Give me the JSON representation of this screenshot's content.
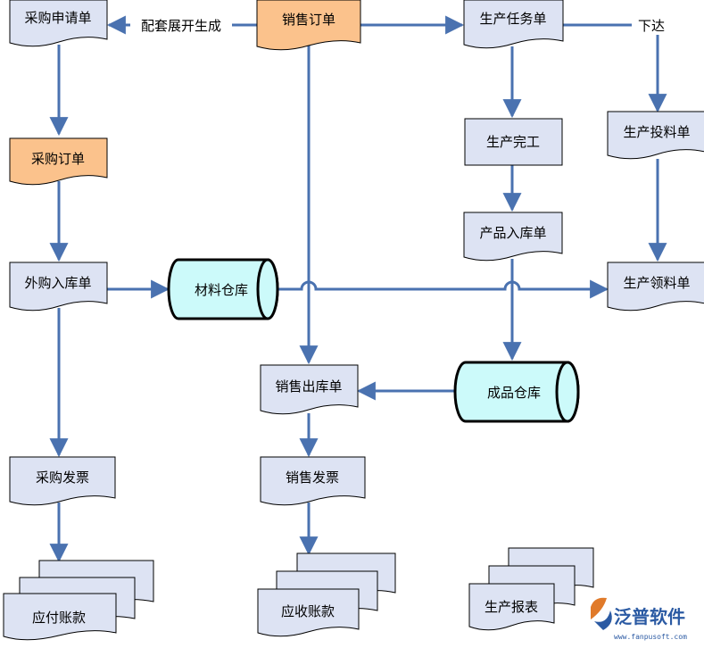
{
  "diagram": {
    "nodes": {
      "purchase_request": "采购申请单",
      "sales_order": "销售订单",
      "production_task": "生产任务单",
      "purchase_order": "采购订单",
      "production_complete": "生产完工",
      "production_feed": "生产投料单",
      "product_inbound": "产品入库单",
      "external_inbound": "外购入库单",
      "material_warehouse": "材料仓库",
      "production_pick": "生产领料单",
      "sales_outbound": "销售出库单",
      "finished_warehouse": "成品仓库",
      "purchase_invoice": "采购发票",
      "sales_invoice": "销售发票",
      "accounts_payable": "应付账款",
      "accounts_receivable": "应收账款",
      "production_report": "生产报表"
    },
    "edge_labels": {
      "bundle_expand": "配套展开生成",
      "issue": "下达"
    }
  },
  "logo": {
    "name": "泛普软件",
    "url": "www.fanpusoft.com"
  },
  "colors": {
    "doc_fill": "#dde3f3",
    "highlight_fill": "#fbc28c",
    "cylinder_fill": "#ccfafa",
    "arrow": "#4a72b0",
    "logo": "#2b5aa3"
  }
}
